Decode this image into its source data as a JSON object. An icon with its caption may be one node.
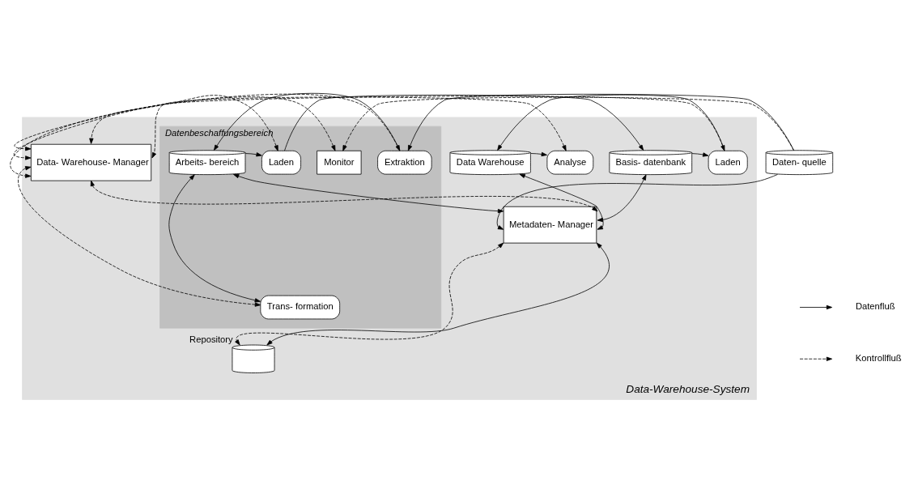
{
  "diagram": {
    "nodes": [
      {
        "text": [
          "Data-Warehouse-System"
        ]
      },
      {
        "text": [
          "Datenbeschaffungsbereich"
        ],
        "in": 0
      },
      {
        "text": [
          "Daten- quelle"
        ]
      },
      {
        "text": [
          "Extraktion"
        ],
        "in": 1
      },
      {
        "text": [
          "Arbeits- bereich"
        ],
        "in": 1
      },
      {
        "text": [
          "Laden"
        ],
        "in": 1
      },
      {
        "text": [
          "Trans- formation"
        ],
        "in": 1
      },
      {
        "text": [
          "Monitor"
        ],
        "in": 1
      },
      {
        "text": [
          "Basis- datenbank"
        ],
        "in": 0
      },
      {
        "text": [
          "Laden"
        ],
        "in": 0
      },
      {
        "text": [
          "Data Warehouse"
        ],
        "in": 0
      },
      {
        "text": [
          "Analyse"
        ],
        "in": 0
      },
      {
        "text": [
          "Data- Warehouse- Manager"
        ],
        "in": 0
      },
      {
        "text": [
          "Metadaten- Manager"
        ],
        "in": 0
      },
      {
        "text": [],
        "shape": "cylinder",
        "beside": [
          "Repository"
        ],
        "in": 0
      }
    ],
    "edges": [
      {
        "from": 2,
        "to": 3,
        "arrow": "to"
      },
      {
        "from": 3,
        "to": 4,
        "arrow": "to"
      },
      {
        "from": 4,
        "to": 5,
        "arrow": "to"
      },
      {
        "from": 5,
        "to": 8,
        "arrow": "to"
      },
      {
        "from": 8,
        "to": 9,
        "arrow": "to"
      },
      {
        "from": 9,
        "to": 10,
        "arrow": "to"
      },
      {
        "from": 10,
        "to": 11,
        "arrow": "to"
      },
      {
        "from": 4,
        "to": 6,
        "arrow": "both"
      },
      {
        "from": 9,
        "to": 12,
        "arrow": "both",
        "style": "dashed"
      },
      {
        "from": 11,
        "to": 12,
        "arrow": "both",
        "style": "dashed"
      },
      {
        "from": 3,
        "to": 12,
        "arrow": "both",
        "style": "dashed"
      },
      {
        "from": 5,
        "to": 12,
        "arrow": "both",
        "style": "dashed"
      },
      {
        "from": 6,
        "to": 12,
        "arrow": "both",
        "style": "dashed"
      },
      {
        "from": 7,
        "to": 12,
        "arrow": "both",
        "style": "dashed"
      },
      {
        "from": 2,
        "to": 7,
        "arrow": "to",
        "style": "dashed"
      },
      {
        "from": 2,
        "to": 13,
        "arrow": "to"
      },
      {
        "from": 4,
        "to": 13,
        "arrow": "both"
      },
      {
        "from": 8,
        "to": 13,
        "arrow": "both"
      },
      {
        "from": 10,
        "to": 13,
        "arrow": "both"
      },
      {
        "from": 12,
        "to": 13,
        "arrow": "both",
        "style": "dashed"
      },
      {
        "from": 13,
        "to": 14,
        "arrow": "both",
        "style": "dashed"
      },
      {
        "from": 13,
        "to": 14,
        "arrow": "both"
      }
    ],
    "legend": [
      {
        "text": "Datenfluß"
      },
      {
        "text": "Kontrollfluß"
      }
    ]
  }
}
